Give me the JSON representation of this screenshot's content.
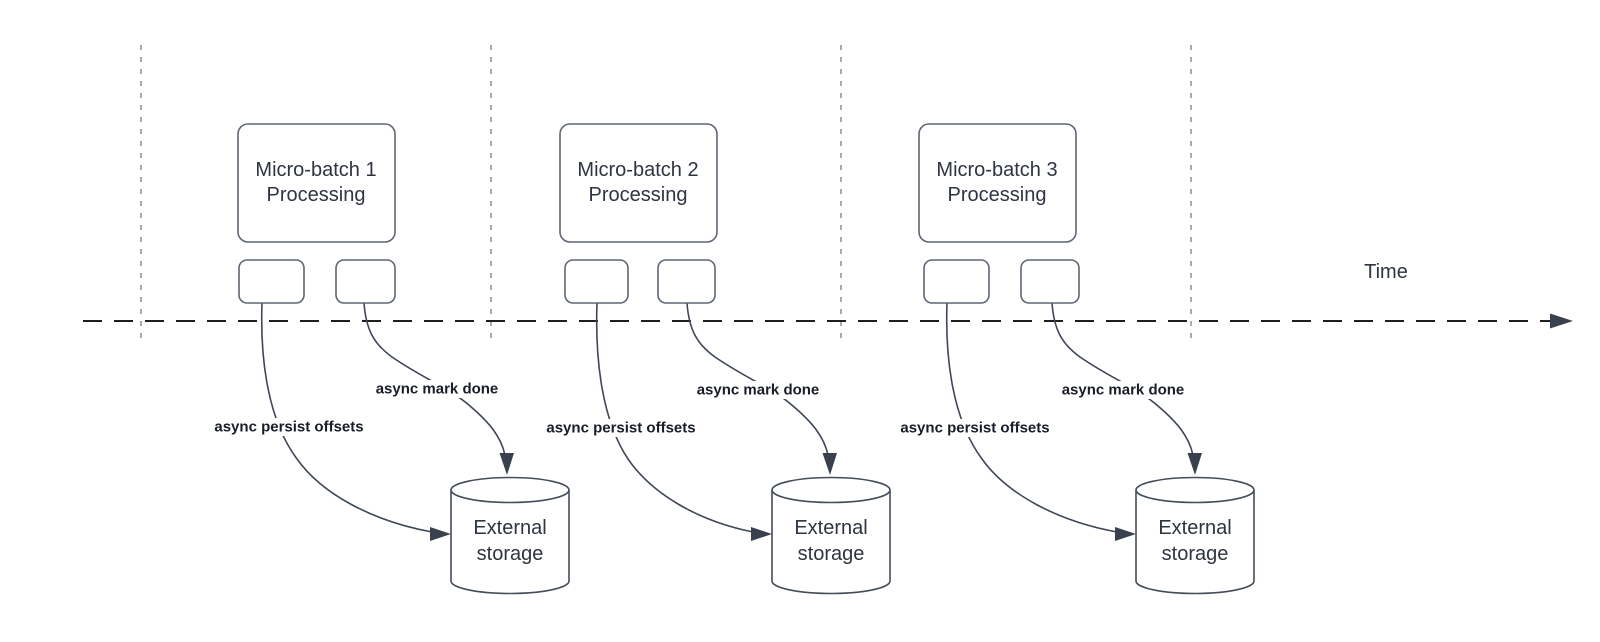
{
  "diagram": {
    "time_axis": {
      "label": "Time"
    },
    "colors": {
      "timeline": "#1e1e1e",
      "guides": "#ababab",
      "shape_stroke": "#5f6673",
      "curve_stroke": "#3e4756",
      "title_text": "#2e3440",
      "flow_label_text": "#181d27",
      "background": "#ffffff"
    },
    "groups": [
      {
        "title_line1": "Micro-batch 1",
        "title_line2": "Processing",
        "persist_offsets_label": "async persist offsets",
        "mark_done_label": "async mark done",
        "storage": {
          "line1": "External",
          "line2": "storage"
        }
      },
      {
        "title_line1": "Micro-batch 2",
        "title_line2": "Processing",
        "persist_offsets_label": "async persist offsets",
        "mark_done_label": "async mark done",
        "storage": {
          "line1": "External",
          "line2": "storage"
        }
      },
      {
        "title_line1": "Micro-batch 3",
        "title_line2": "Processing",
        "persist_offsets_label": "async persist offsets",
        "mark_done_label": "async mark done",
        "storage": {
          "line1": "External",
          "line2": "storage"
        }
      }
    ]
  }
}
